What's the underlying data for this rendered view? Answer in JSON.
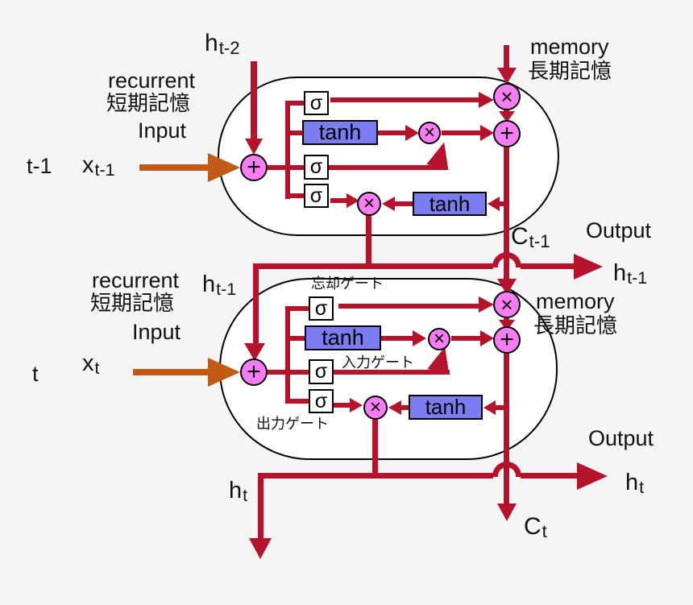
{
  "colors": {
    "red": "#b5122c",
    "orange": "#c05a15",
    "pink": "#f97df2",
    "blue": "#7b7cf0",
    "ink": "#111111",
    "bg": "#f5f5f5",
    "cell_fill": "#ffffff"
  },
  "ops": {
    "sigma": "σ",
    "tanh": "tanh",
    "multiply": "×",
    "add": "+"
  },
  "prev": {
    "time": "t-1",
    "annotation": {
      "line1": "recurrent",
      "line2": "短期記憶",
      "line3": "Input"
    },
    "hidden_in": {
      "base": "h",
      "sub": "t-2"
    },
    "input": {
      "base": "x",
      "sub": "t-1"
    },
    "memory": {
      "line1": "memory",
      "line2": "長期記憶"
    },
    "cell_state": {
      "base": "C",
      "sub": "t-1"
    },
    "output": "Output",
    "hidden_out": {
      "base": "h",
      "sub": "t-1"
    }
  },
  "curr": {
    "time": "t",
    "annotation": {
      "line1": "recurrent",
      "line2": "短期記憶",
      "line3": "Input"
    },
    "hidden_in": {
      "base": "h",
      "sub": "t-1"
    },
    "input": {
      "base": "x",
      "sub": "t"
    },
    "memory": {
      "line1": "memory",
      "line2": "長期記憶"
    },
    "cell_state": {
      "base": "C",
      "sub": "t"
    },
    "output": "Output",
    "hidden_out": {
      "base": "h",
      "sub": "t"
    },
    "hidden_down": {
      "base": "h",
      "sub": "t"
    },
    "gate_names": {
      "forget": "忘却ゲート",
      "input": "入力ゲート",
      "output": "出力ゲート"
    }
  }
}
